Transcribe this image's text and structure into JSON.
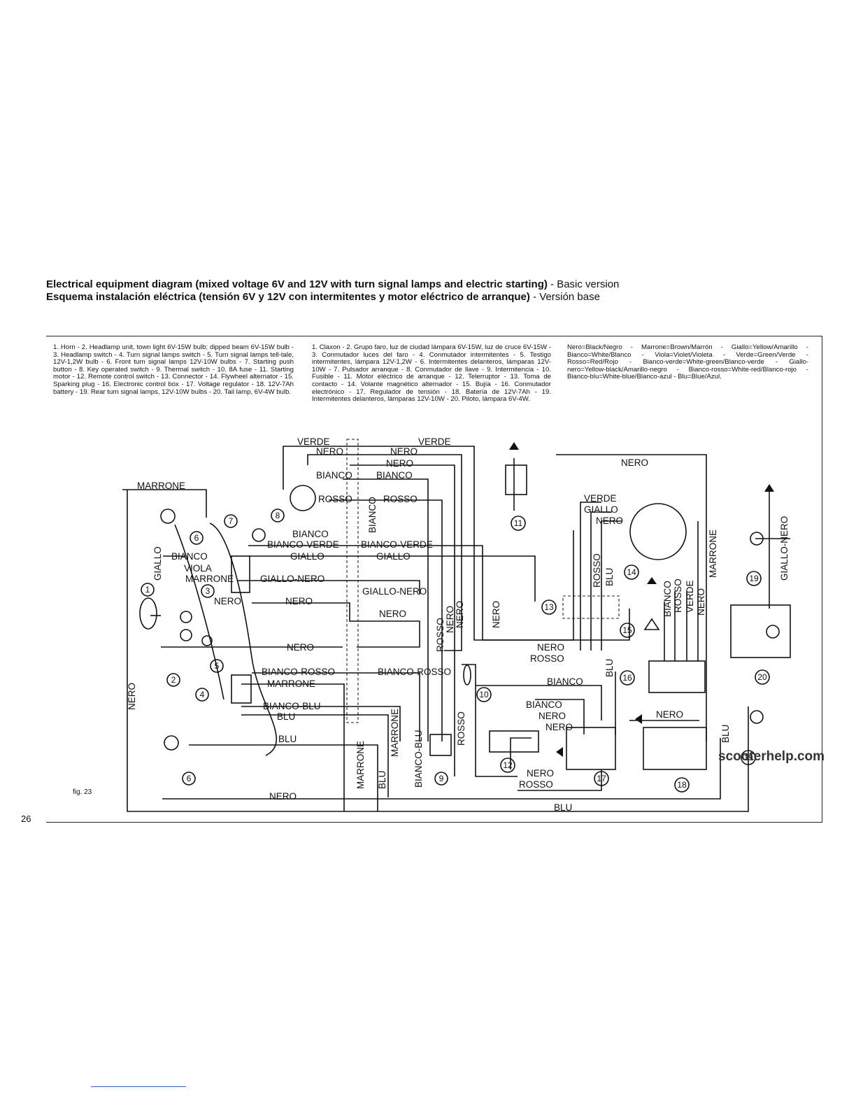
{
  "title": {
    "en_bold": "Electrical equipment diagram (mixed voltage 6V and 12V with turn signal lamps and electric starting)",
    "en_rest": " - Basic version",
    "es_bold": "Esquema instalación eléctrica (tensión 6V y 12V con intermitentes y motor eléctrico de arranque)",
    "es_rest": " - Versión base"
  },
  "legend": {
    "en": "1. Horn - 2. Headlamp unit, town light 6V-15W bulb; dipped beam 6V-15W bulb - 3. Headlamp switch - 4. Turn signal lamps switch - 5. Turn signal lamps tell-tale, 12V-1,2W bulb - 6. Front turn signal lamps 12V-10W bulbs - 7. Starting push button - 8. Key operated switch - 9. Thermal switch - 10. 8A fuse - 11. Starting motor - 12. Remote control switch - 13. Connector - 14. Flywheel alternator - 15. Sparking plug - 16. Electronic control box - 17. Voltage regulator - 18. 12V-7Ah battery - 19. Rear turn signal lamps, 12V-10W bulbs - 20. Tail lamp, 6V-4W bulb.",
    "es": "1. Claxon - 2. Grupo faro, luz de ciudad lámpara 6V-15W, luz de cruce 6V-15W - 3. Conmutador luces del faro - 4. Conmutador intermitentes - 5. Testigo intermitentes, lámpara 12V-1,2W - 6. Intermitentes delanteros, lámparas 12V-10W - 7. Pulsador arranque - 8. Conmutador de llave - 9. Intermitencia - 10. Fusible - 11. Motor eléctrico de arranque - 12. Telerruptor - 13. Toma de contacto - 14. Volante magnético alternador - 15. Bujía - 16. Conmutador electrónico - 17. Regulador de tensión - 18. Batería de 12V-7Ah - 19. Intermitentes delanteros, lámparas 12V-10W - 20. Piloto, lámpara 6V-4W.",
    "colors": "Nero=Black/Negro - Marrone=Brown/Marrón - Giallo=Yellow/Amarillo - Bianco=White/Blanco - Viola=Violet/Violeta - Verde=Green/Verde - Rosso=Red/Rojo - Bianco-verde=White-green/Blanco-verde - Giallo-nero=Yellow-black/Amarillo-negro - Bianco-rosso=White-red/Blanco-rojo - Bianco-blu=White-blue/Blanco-azul - Blu=Blue/Azul."
  },
  "wire_labels": {
    "verde": "VERDE",
    "nero": "NERO",
    "bianco": "BIANCO",
    "rosso": "ROSSO",
    "marrone": "MARRONE",
    "bianco_verde": "BIANCO-VERDE",
    "giallo": "GIALLO",
    "viola": "VIOLA",
    "giallo_nero": "GIALLO-NERO",
    "bianco_rosso": "BIANCO-ROSSO",
    "bianco_blu": "BIANCO-BLU",
    "blu": "BLU"
  },
  "component_numbers": [
    "1",
    "2",
    "3",
    "4",
    "5",
    "6",
    "7",
    "8",
    "9",
    "10",
    "11",
    "12",
    "13",
    "14",
    "15",
    "16",
    "17",
    "18",
    "19",
    "20"
  ],
  "figure_label": "fig. 23",
  "page_number": "26",
  "watermark": "scooterhelp.com"
}
